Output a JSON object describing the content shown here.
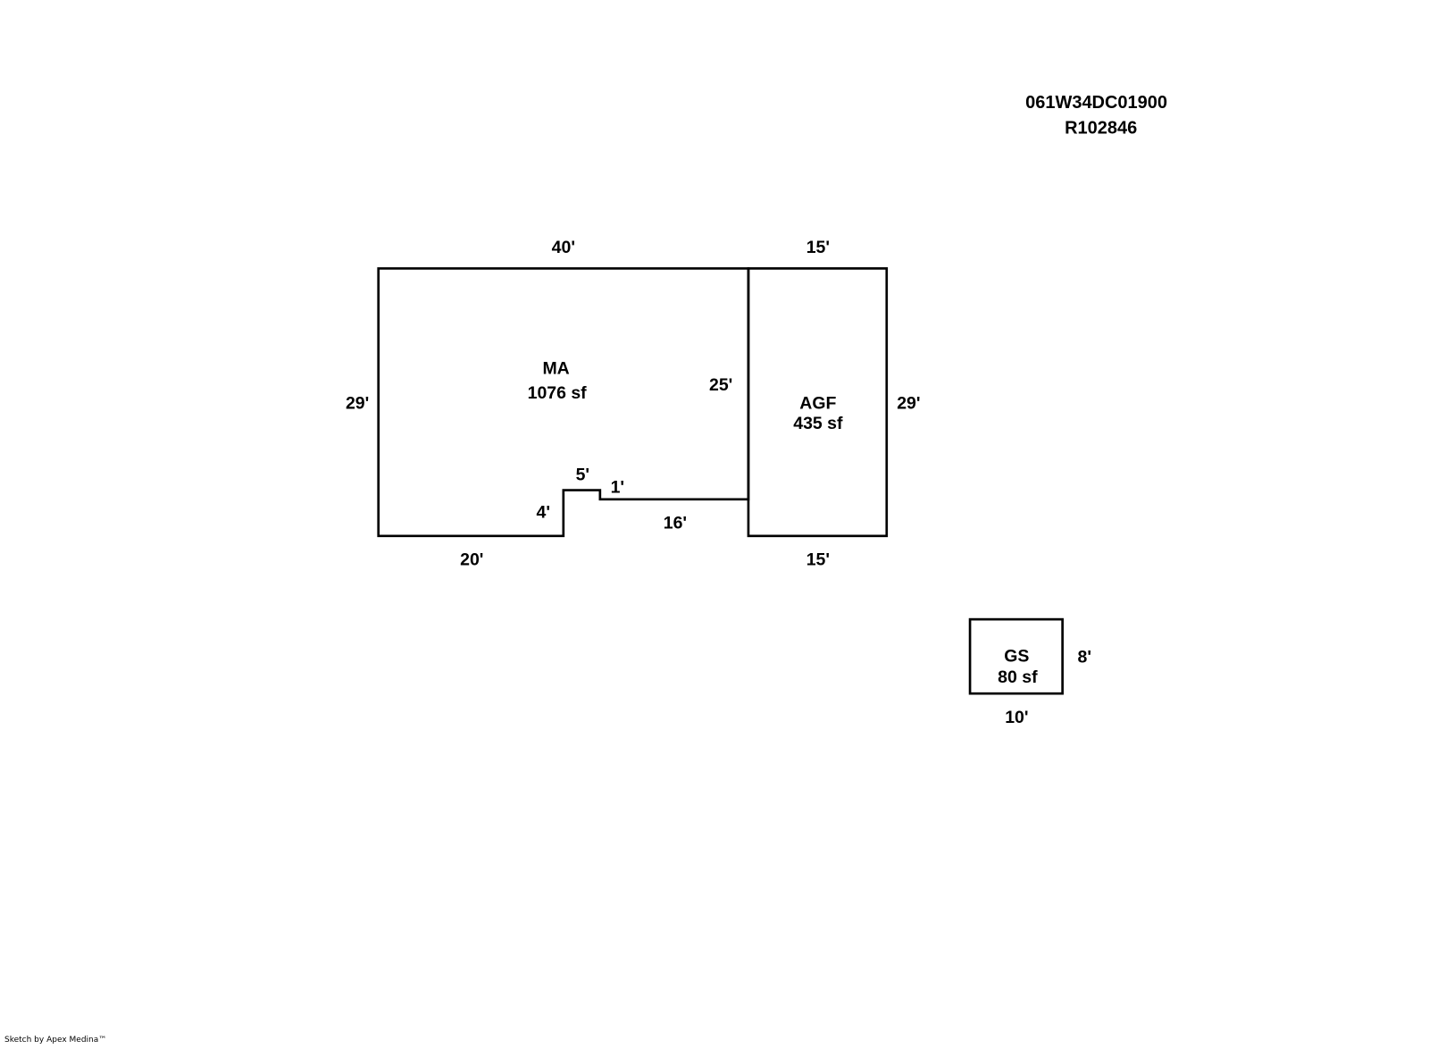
{
  "header": {
    "parcel_id": "061W34DC01900",
    "account": "R102846"
  },
  "areas": [
    {
      "code": "MA",
      "area": "1076 sf"
    },
    {
      "code": "AGF",
      "area": "435 sf"
    },
    {
      "code": "GS",
      "area": "80 sf"
    }
  ],
  "dimensions": {
    "ma_top": "40'",
    "ma_left": "29'",
    "ma_bottom_left": "20'",
    "ma_notch_up": "4'",
    "ma_notch_top": "5'",
    "ma_notch_down": "1'",
    "ma_bottom_right": "16'",
    "ma_right": "25'",
    "agf_top": "15'",
    "agf_right": "29'",
    "agf_bottom": "15'",
    "gs_right": "8'",
    "gs_bottom": "10'"
  },
  "footer": {
    "credit": "Sketch by Apex Medina™"
  }
}
